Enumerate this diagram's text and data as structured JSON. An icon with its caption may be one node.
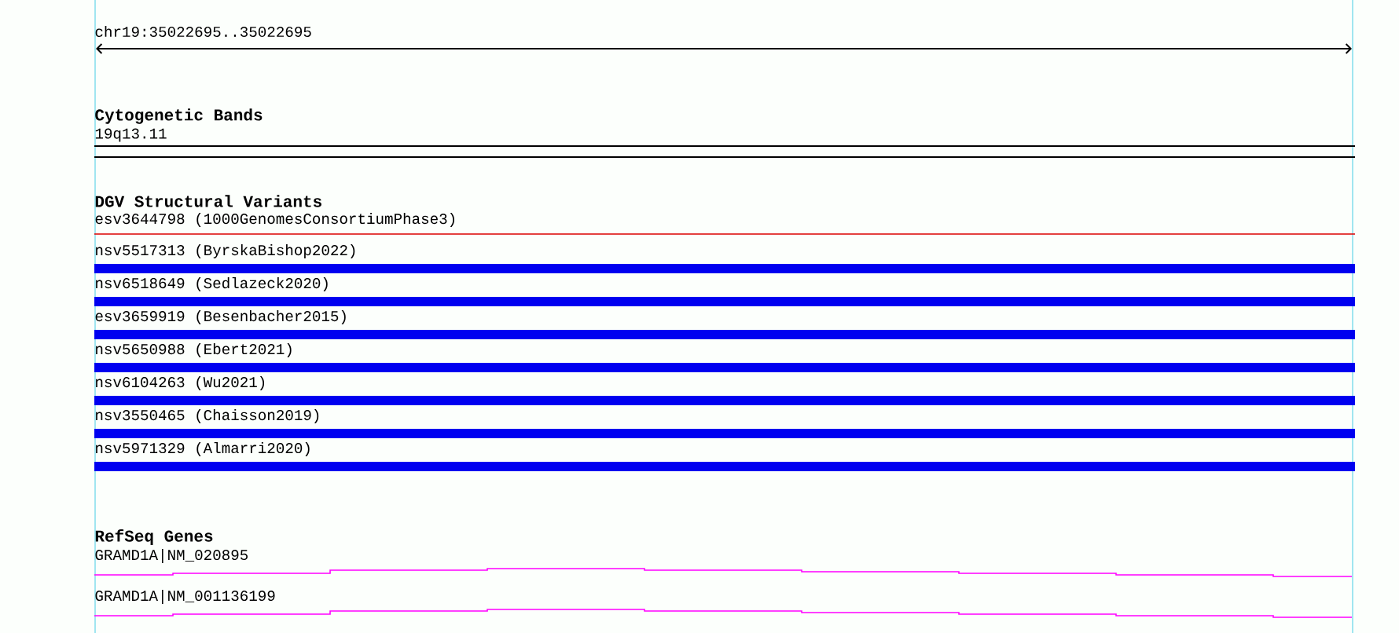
{
  "diagram": {
    "labels": [
      "chr19:35022695..35022695",
      "Cytogenetic Bands",
      "19q13.11",
      "DGV Structural Variants",
      "esv3644798 (1000GenomesConsortiumPhase3)",
      "nsv5517313 (ByrskaBishop2022)",
      "nsv6518649 (Sedlazeck2020)",
      "esv3659919 (Besenbacher2015)",
      "nsv5650988 (Ebert2021)",
      "nsv6104263 (Wu2021)",
      "nsv3550465 (Chaisson2019)",
      "nsv5971329 (Almarri2020)",
      "RefSeq Genes",
      "GRAMD1A|NM_020895",
      "GRAMD1A|NM_001136199"
    ]
  }
}
